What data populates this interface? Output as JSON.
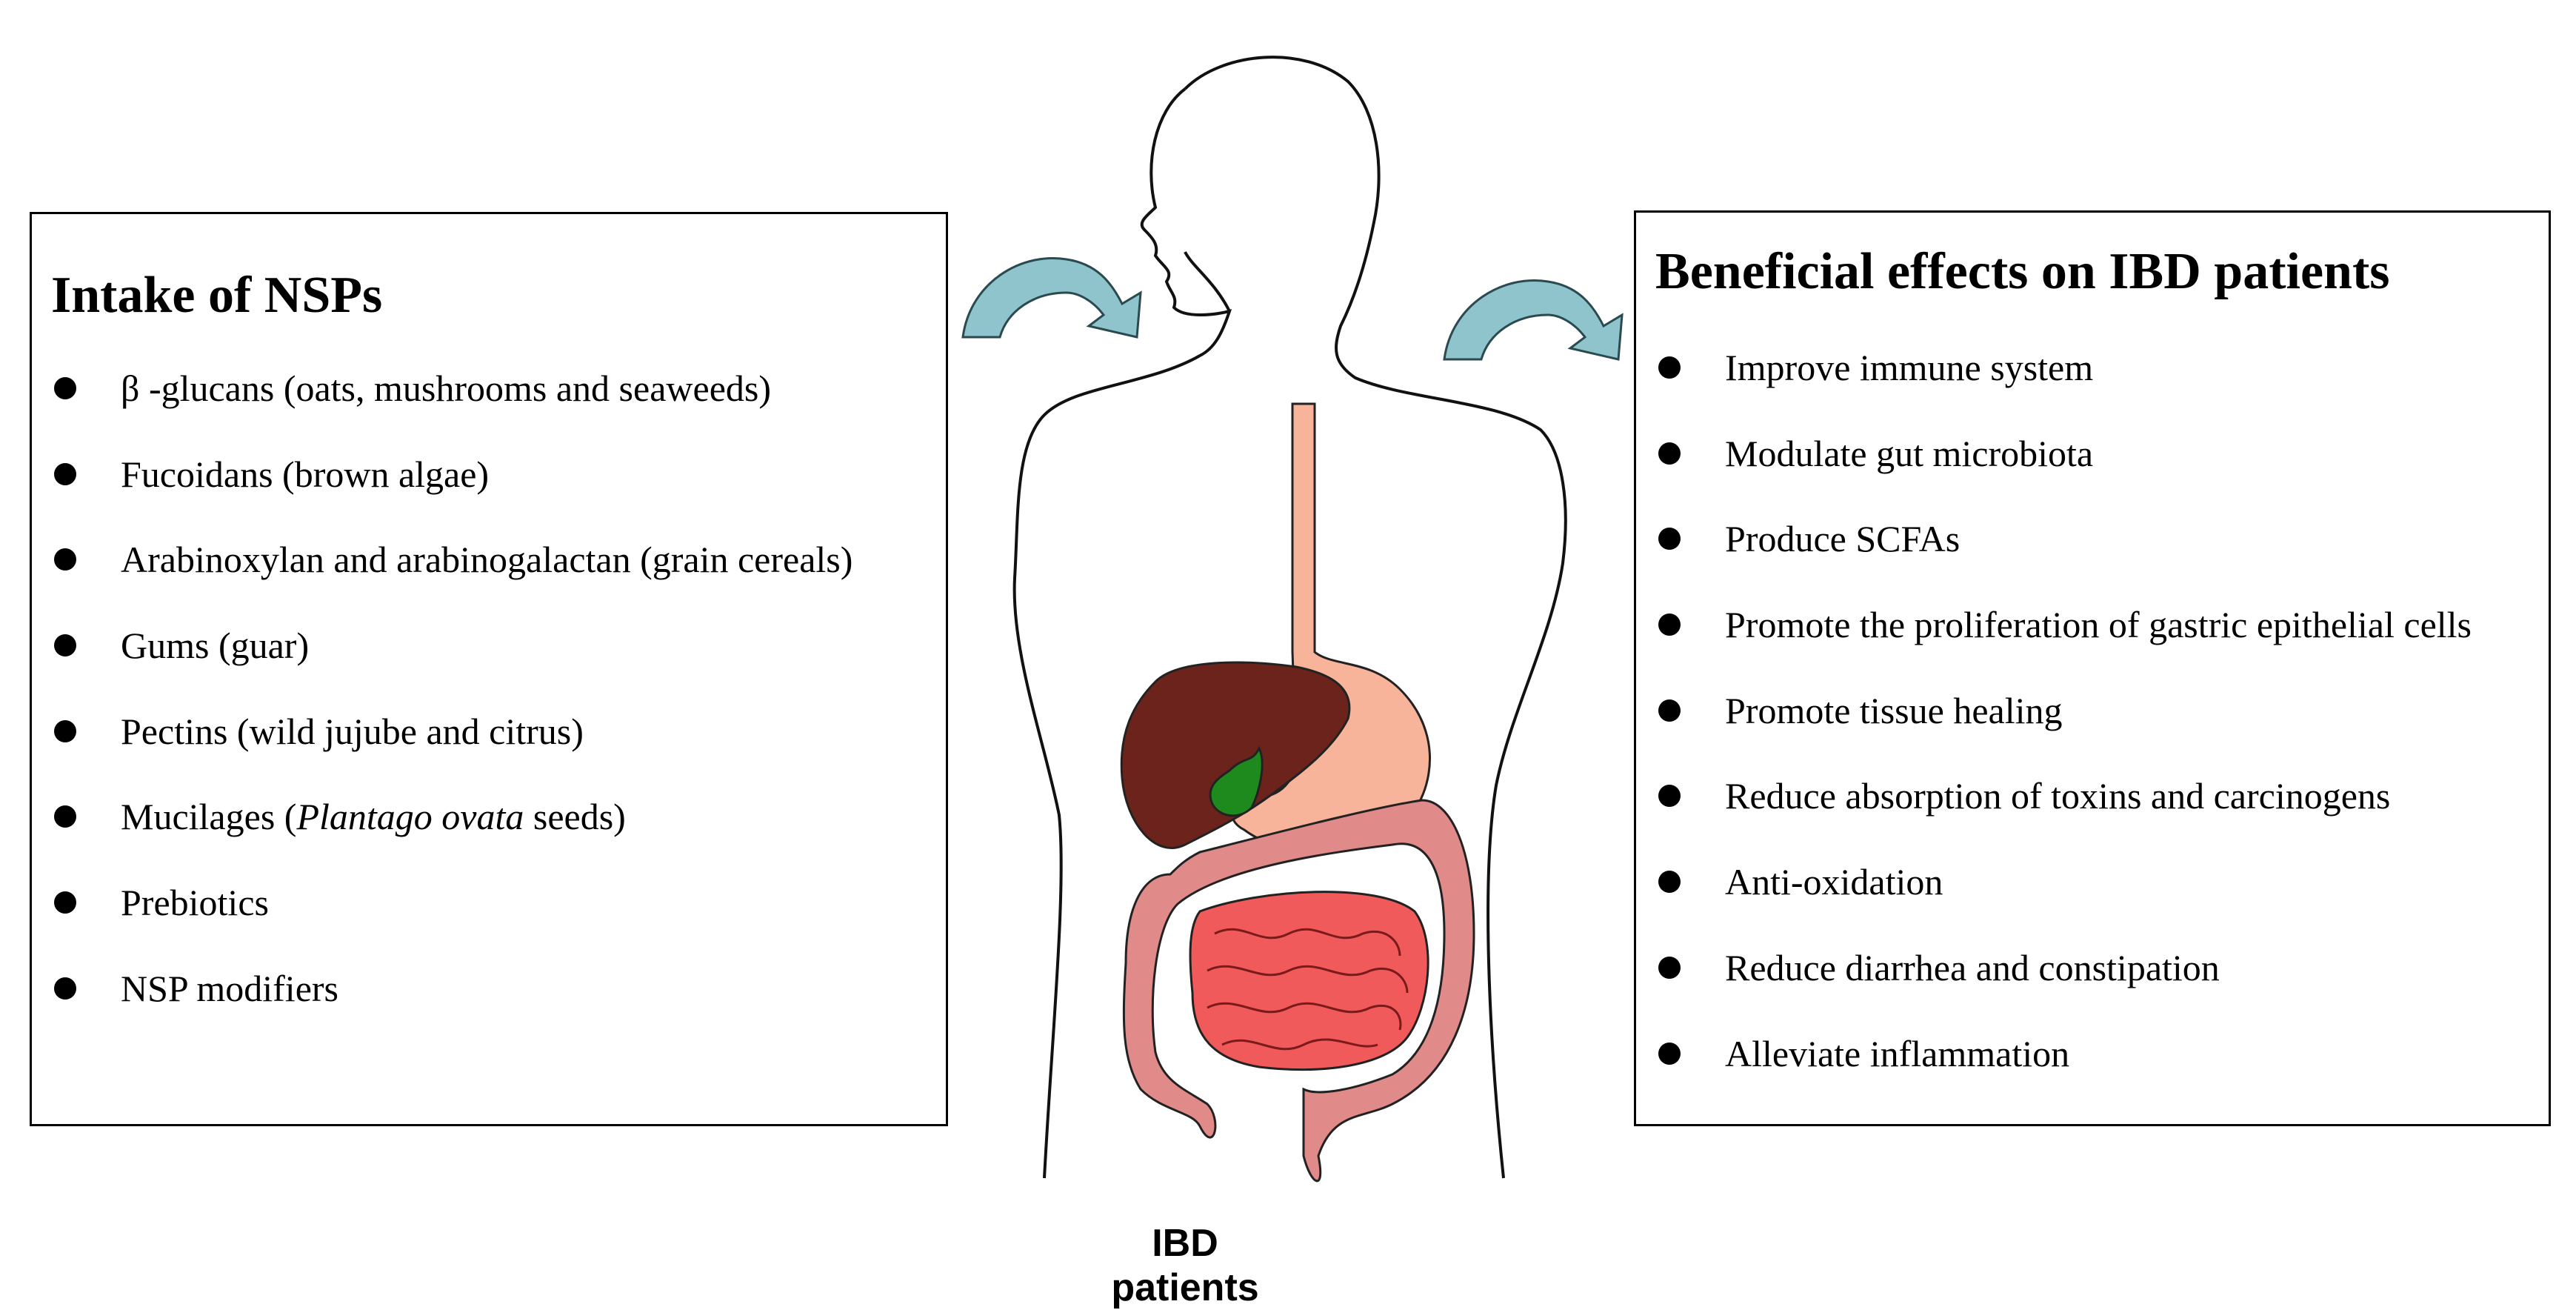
{
  "left_panel": {
    "title": "Intake of NSPs",
    "items": [
      {
        "text": "β -glucans (oats, mushrooms and seaweeds)"
      },
      {
        "text": "Fucoidans (brown algae)"
      },
      {
        "text": "Arabinoxylan and arabinogalactan (grain cereals)"
      },
      {
        "text": "Gums (guar)"
      },
      {
        "text": "Pectins (wild jujube and citrus)"
      },
      {
        "pre": "Mucilages (",
        "italic": "Plantago ovata",
        "post": " seeds)"
      },
      {
        "text": "Prebiotics"
      },
      {
        "text": "NSP modifiers"
      }
    ]
  },
  "right_panel": {
    "title": "Beneficial effects on IBD patients",
    "items": [
      "Improve immune system",
      "Modulate gut microbiota",
      "Produce SCFAs",
      "Promote the proliferation of gastric epithelial cells",
      "Promote tissue healing",
      "Reduce absorption of toxins and carcinogens",
      "Anti-oxidation",
      "Reduce diarrhea and constipation",
      "Alleviate inflammation"
    ]
  },
  "caption": "IBD patients",
  "colors": {
    "arrow": "#8fc4cc",
    "liver": "#6b231c",
    "gallbladder": "#1e8a1e",
    "stomach": "#f8b49a",
    "small_intestine": "#f05a5a",
    "large_intestine": "#e08a8a",
    "outline": "#000000"
  },
  "icons": [
    "body-outline-icon",
    "curved-arrow-icon",
    "digestive-system-icon"
  ]
}
